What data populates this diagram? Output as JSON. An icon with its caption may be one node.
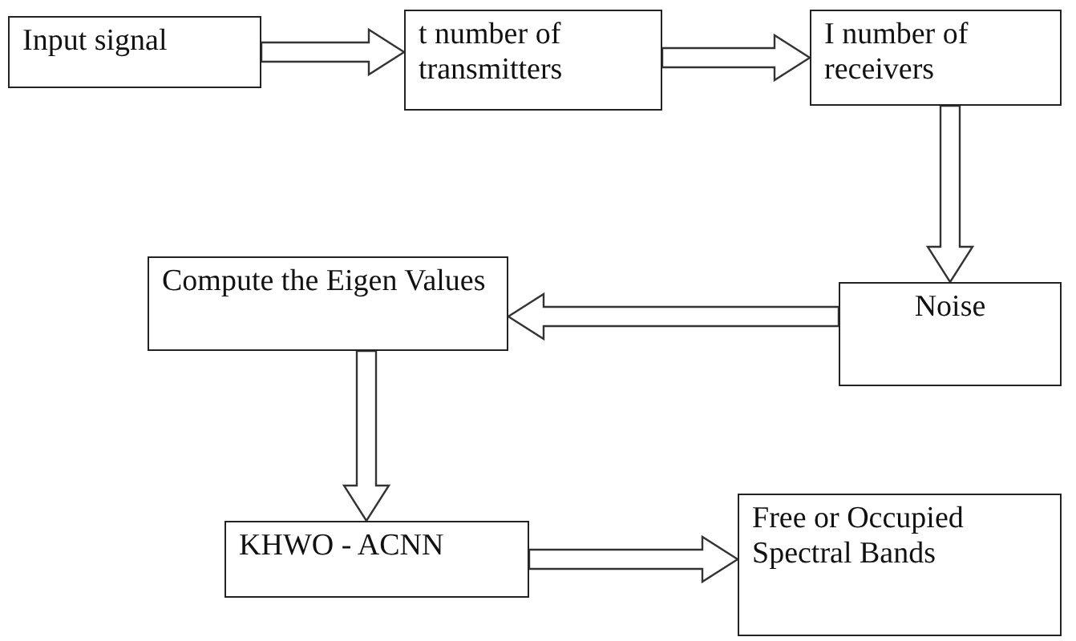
{
  "diagram": {
    "nodes": [
      {
        "text": [
          "Input signal"
        ]
      },
      {
        "text": [
          "t number of transmitters"
        ]
      },
      {
        "text": [
          "I number of receivers"
        ]
      },
      {
        "text": [
          "Noise"
        ]
      },
      {
        "text": [
          "Compute the Eigen Values"
        ]
      },
      {
        "text": [
          "KHWO - ACNN"
        ]
      },
      {
        "text": [
          "Free or Occupied Spectral Bands"
        ]
      }
    ],
    "edges": [
      {
        "from": 0,
        "to": 1,
        "arrow": "to"
      },
      {
        "from": 1,
        "to": 2,
        "arrow": "to"
      },
      {
        "from": 2,
        "to": 3,
        "arrow": "to"
      },
      {
        "from": 3,
        "to": 4,
        "arrow": "to"
      },
      {
        "from": 4,
        "to": 5,
        "arrow": "to"
      },
      {
        "from": 5,
        "to": 6,
        "arrow": "to"
      }
    ]
  }
}
